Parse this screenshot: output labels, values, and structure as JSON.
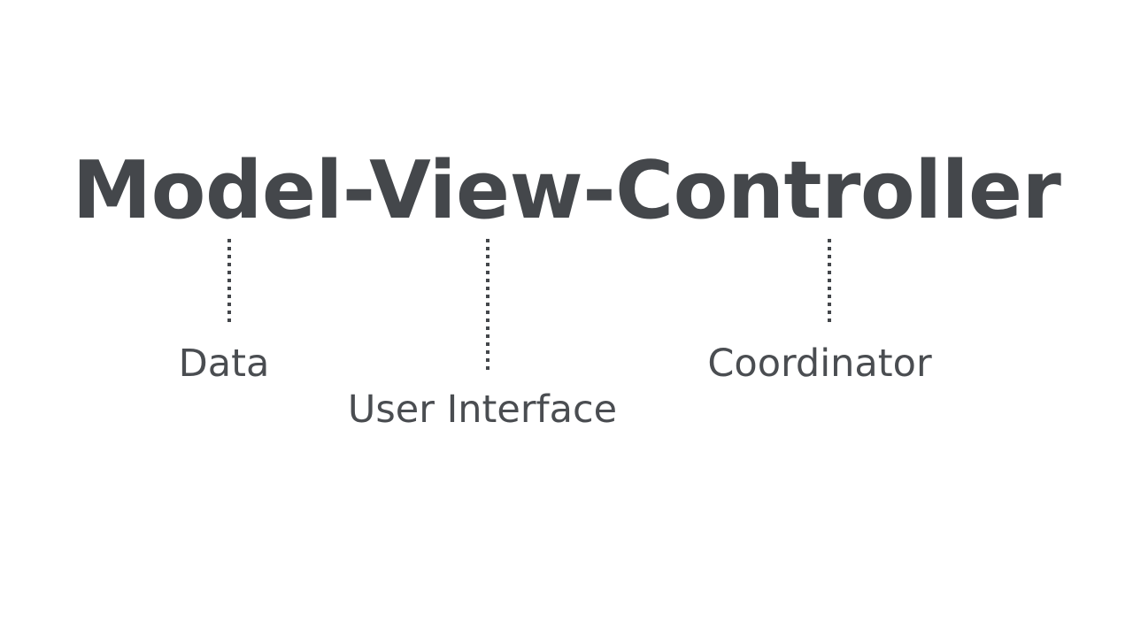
{
  "slide": {
    "background_color": "#ffffff",
    "title": {
      "text": "Model-View-Controller",
      "color": "#44474b"
    },
    "connectors": [
      {
        "name": "model-connector",
        "style": "dotted-vertical",
        "color": "#44474b"
      },
      {
        "name": "view-connector",
        "style": "dotted-vertical",
        "color": "#44474b"
      },
      {
        "name": "controller-connector",
        "style": "dotted-vertical",
        "color": "#44474b"
      }
    ],
    "labels": [
      {
        "term": "Model",
        "text": "Data",
        "color": "#4a4d51"
      },
      {
        "term": "View",
        "text": "User Interface",
        "color": "#4a4d51"
      },
      {
        "term": "Controller",
        "text": "Coordinator",
        "color": "#4a4d51"
      }
    ]
  }
}
